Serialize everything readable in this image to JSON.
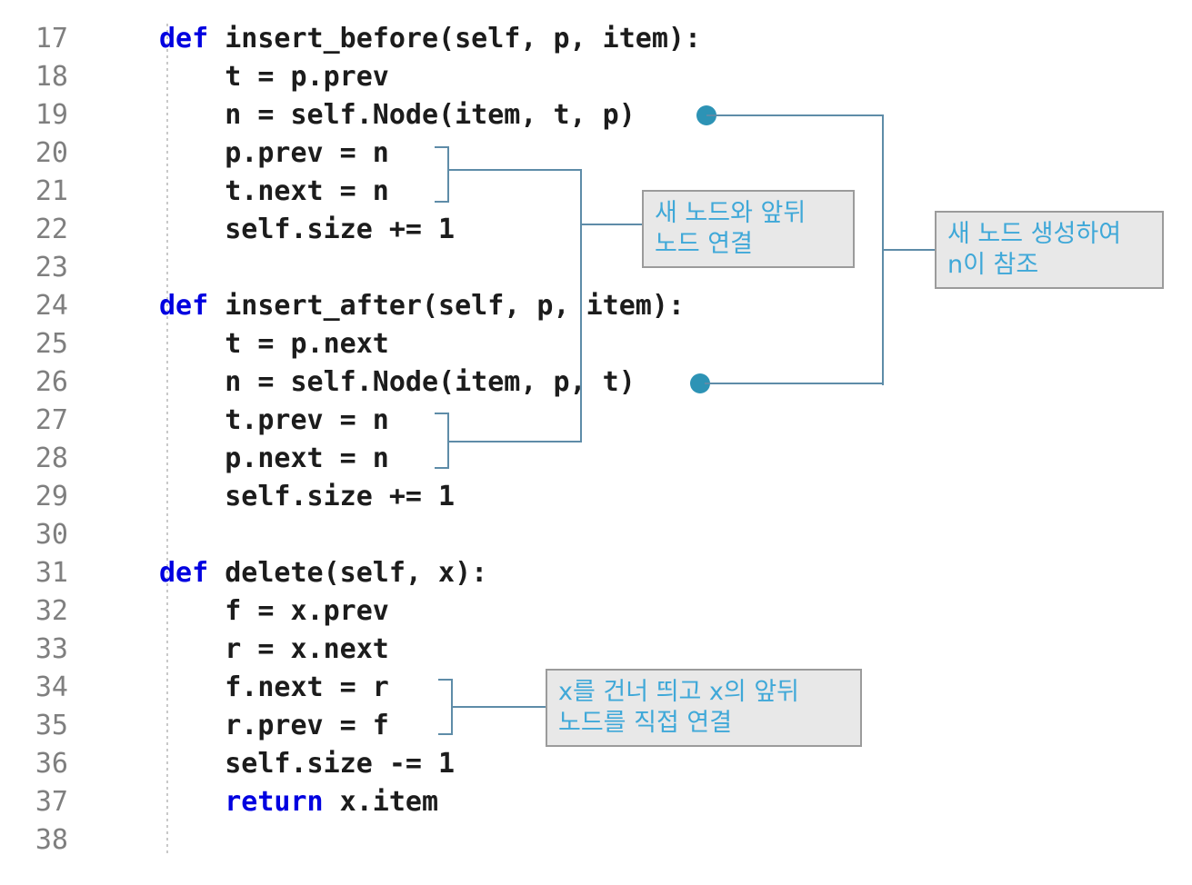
{
  "editor": {
    "lines": [
      {
        "num": "17",
        "segments": [
          {
            "text": "def",
            "type": "keyword"
          },
          {
            "text": " insert_before(self, p, item):",
            "type": "plain"
          }
        ]
      },
      {
        "num": "18",
        "segments": [
          {
            "text": "    t = p.prev",
            "type": "plain"
          }
        ]
      },
      {
        "num": "19",
        "segments": [
          {
            "text": "    n = self.Node(item, t, p)",
            "type": "plain"
          }
        ]
      },
      {
        "num": "20",
        "segments": [
          {
            "text": "    p.prev = n",
            "type": "plain"
          }
        ]
      },
      {
        "num": "21",
        "segments": [
          {
            "text": "    t.next = n",
            "type": "plain"
          }
        ]
      },
      {
        "num": "22",
        "segments": [
          {
            "text": "    self.size += 1",
            "type": "plain"
          }
        ]
      },
      {
        "num": "23",
        "segments": [
          {
            "text": "",
            "type": "plain"
          }
        ]
      },
      {
        "num": "24",
        "segments": [
          {
            "text": "def",
            "type": "keyword"
          },
          {
            "text": " insert_after(self, p, item):",
            "type": "plain"
          }
        ]
      },
      {
        "num": "25",
        "segments": [
          {
            "text": "    t = p.next",
            "type": "plain"
          }
        ]
      },
      {
        "num": "26",
        "segments": [
          {
            "text": "    n = self.Node(item, p, t)",
            "type": "plain"
          }
        ]
      },
      {
        "num": "27",
        "segments": [
          {
            "text": "    t.prev = n",
            "type": "plain"
          }
        ]
      },
      {
        "num": "28",
        "segments": [
          {
            "text": "    p.next = n",
            "type": "plain"
          }
        ]
      },
      {
        "num": "29",
        "segments": [
          {
            "text": "    self.size += 1",
            "type": "plain"
          }
        ]
      },
      {
        "num": "30",
        "segments": [
          {
            "text": "",
            "type": "plain"
          }
        ]
      },
      {
        "num": "31",
        "segments": [
          {
            "text": "def",
            "type": "keyword"
          },
          {
            "text": " delete(self, x):",
            "type": "plain"
          }
        ]
      },
      {
        "num": "32",
        "segments": [
          {
            "text": "    f = x.prev",
            "type": "plain"
          }
        ]
      },
      {
        "num": "33",
        "segments": [
          {
            "text": "    r = x.next",
            "type": "plain"
          }
        ]
      },
      {
        "num": "34",
        "segments": [
          {
            "text": "    f.next = r",
            "type": "plain"
          }
        ]
      },
      {
        "num": "35",
        "segments": [
          {
            "text": "    r.prev = f",
            "type": "plain"
          }
        ]
      },
      {
        "num": "36",
        "segments": [
          {
            "text": "    self.size -= 1",
            "type": "plain"
          }
        ]
      },
      {
        "num": "37",
        "segments": [
          {
            "text": "    ",
            "type": "plain"
          },
          {
            "text": "return",
            "type": "keyword"
          },
          {
            "text": " x.item",
            "type": "plain"
          }
        ]
      },
      {
        "num": "38",
        "segments": [
          {
            "text": "",
            "type": "plain"
          }
        ]
      }
    ]
  },
  "annotations": {
    "connect_nodes": {
      "line1": "새 노드와 앞뒤",
      "line2": "노드 연결"
    },
    "create_node": {
      "line1": "새 노드 생성하여",
      "line2": "n이 참조"
    },
    "delete_node": {
      "line1": "x를 건너 띄고 x의 앞뒤",
      "line2": "노드를 직접 연결"
    },
    "marker_shape": "filled-circle"
  },
  "colors": {
    "kw": "#0000e0",
    "code": "#1c1c1c",
    "line-num": "#7f7f7f",
    "connector": "#5e8ca8",
    "dot": "#2d93b5",
    "box-bg": "#e8e8e8",
    "box-border": "#9b9b9b",
    "annotation-text": "#3fa8d8"
  }
}
